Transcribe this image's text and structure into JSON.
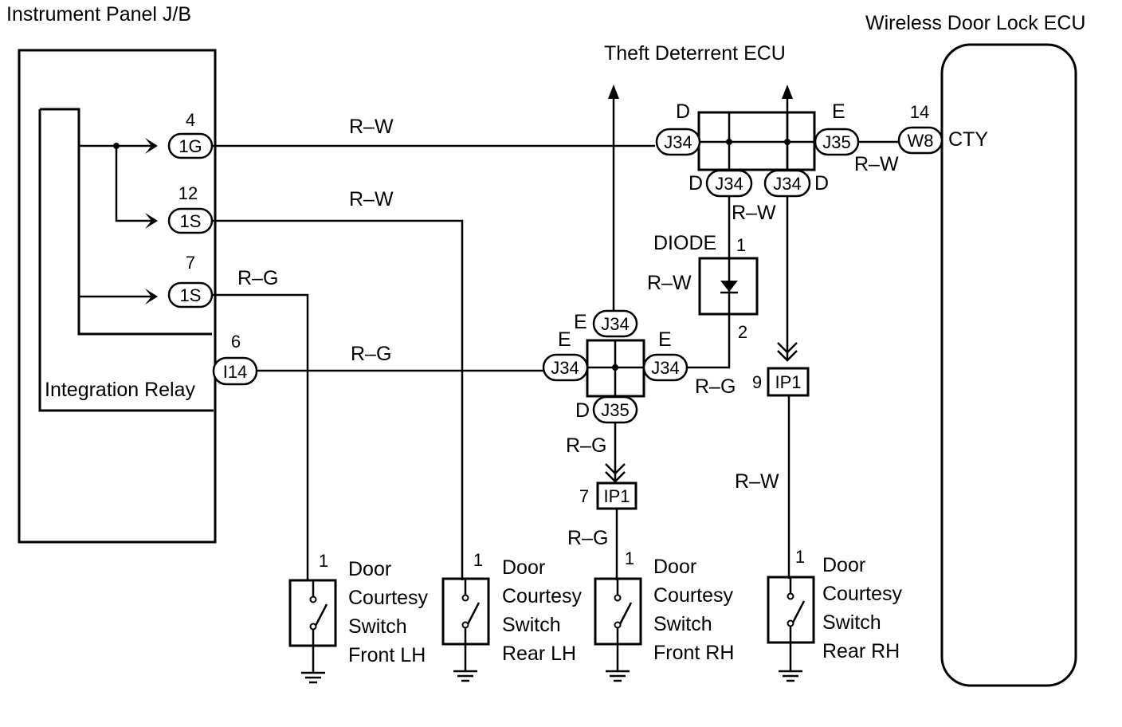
{
  "titles": {
    "instrument_panel": "Instrument Panel J/B",
    "integration_relay": "Integration Relay",
    "theft_ecu": "Theft Deterrent ECU",
    "wireless_ecu": "Wireless Door Lock ECU",
    "diode": "DIODE"
  },
  "connectors": {
    "c1g": "1G",
    "c1s_a": "1S",
    "c1s_b": "1S",
    "c114": "I14",
    "j34_top_left": "J34",
    "j35_top_right": "J35",
    "w8": "W8",
    "j34_bot_left": "J34",
    "j34_bot_right": "J34",
    "j34_cross_top": "J34",
    "j34_cross_left": "J34",
    "j34_cross_right": "J34",
    "j35_cross_bottom": "J35",
    "ip1_left": "IP1",
    "ip1_right": "IP1"
  },
  "pins": {
    "p4": "4",
    "p12": "12",
    "p7": "7",
    "p6": "6",
    "p14": "14",
    "diode1": "1",
    "diode2": "2",
    "ip1_left": "7",
    "ip1_right": "9",
    "sw1": "1",
    "sw2": "1",
    "sw3": "1",
    "sw4": "1"
  },
  "junction_letters": {
    "d_top": "D",
    "e_top": "E",
    "d_left": "D",
    "d_right": "D",
    "e_cross_top": "E",
    "e_cross_left": "E",
    "e_cross_right": "E",
    "d_cross_bottom": "D"
  },
  "wires": {
    "w_top": "R–W",
    "w_1s": "R–W",
    "w_rg_1s": "R–G",
    "w_rg_i14": "R–G",
    "w_rw_w8": "R–W",
    "w_rw_diode_top": "R–W",
    "w_rw_diode": "R–W",
    "w_rg_cross": "R–G",
    "w_rg_down": "R–G",
    "w_rg_ip1": "R–G",
    "w_rw_ip1": "R–W"
  },
  "terminal": {
    "cty": "CTY"
  },
  "switches": [
    {
      "l1": "Door",
      "l2": "Courtesy",
      "l3": "Switch",
      "l4": "Front LH"
    },
    {
      "l1": "Door",
      "l2": "Courtesy",
      "l3": "Switch",
      "l4": "Rear LH"
    },
    {
      "l1": "Door",
      "l2": "Courtesy",
      "l3": "Switch",
      "l4": "Front RH"
    },
    {
      "l1": "Door",
      "l2": "Courtesy",
      "l3": "Switch",
      "l4": "Rear RH"
    }
  ]
}
